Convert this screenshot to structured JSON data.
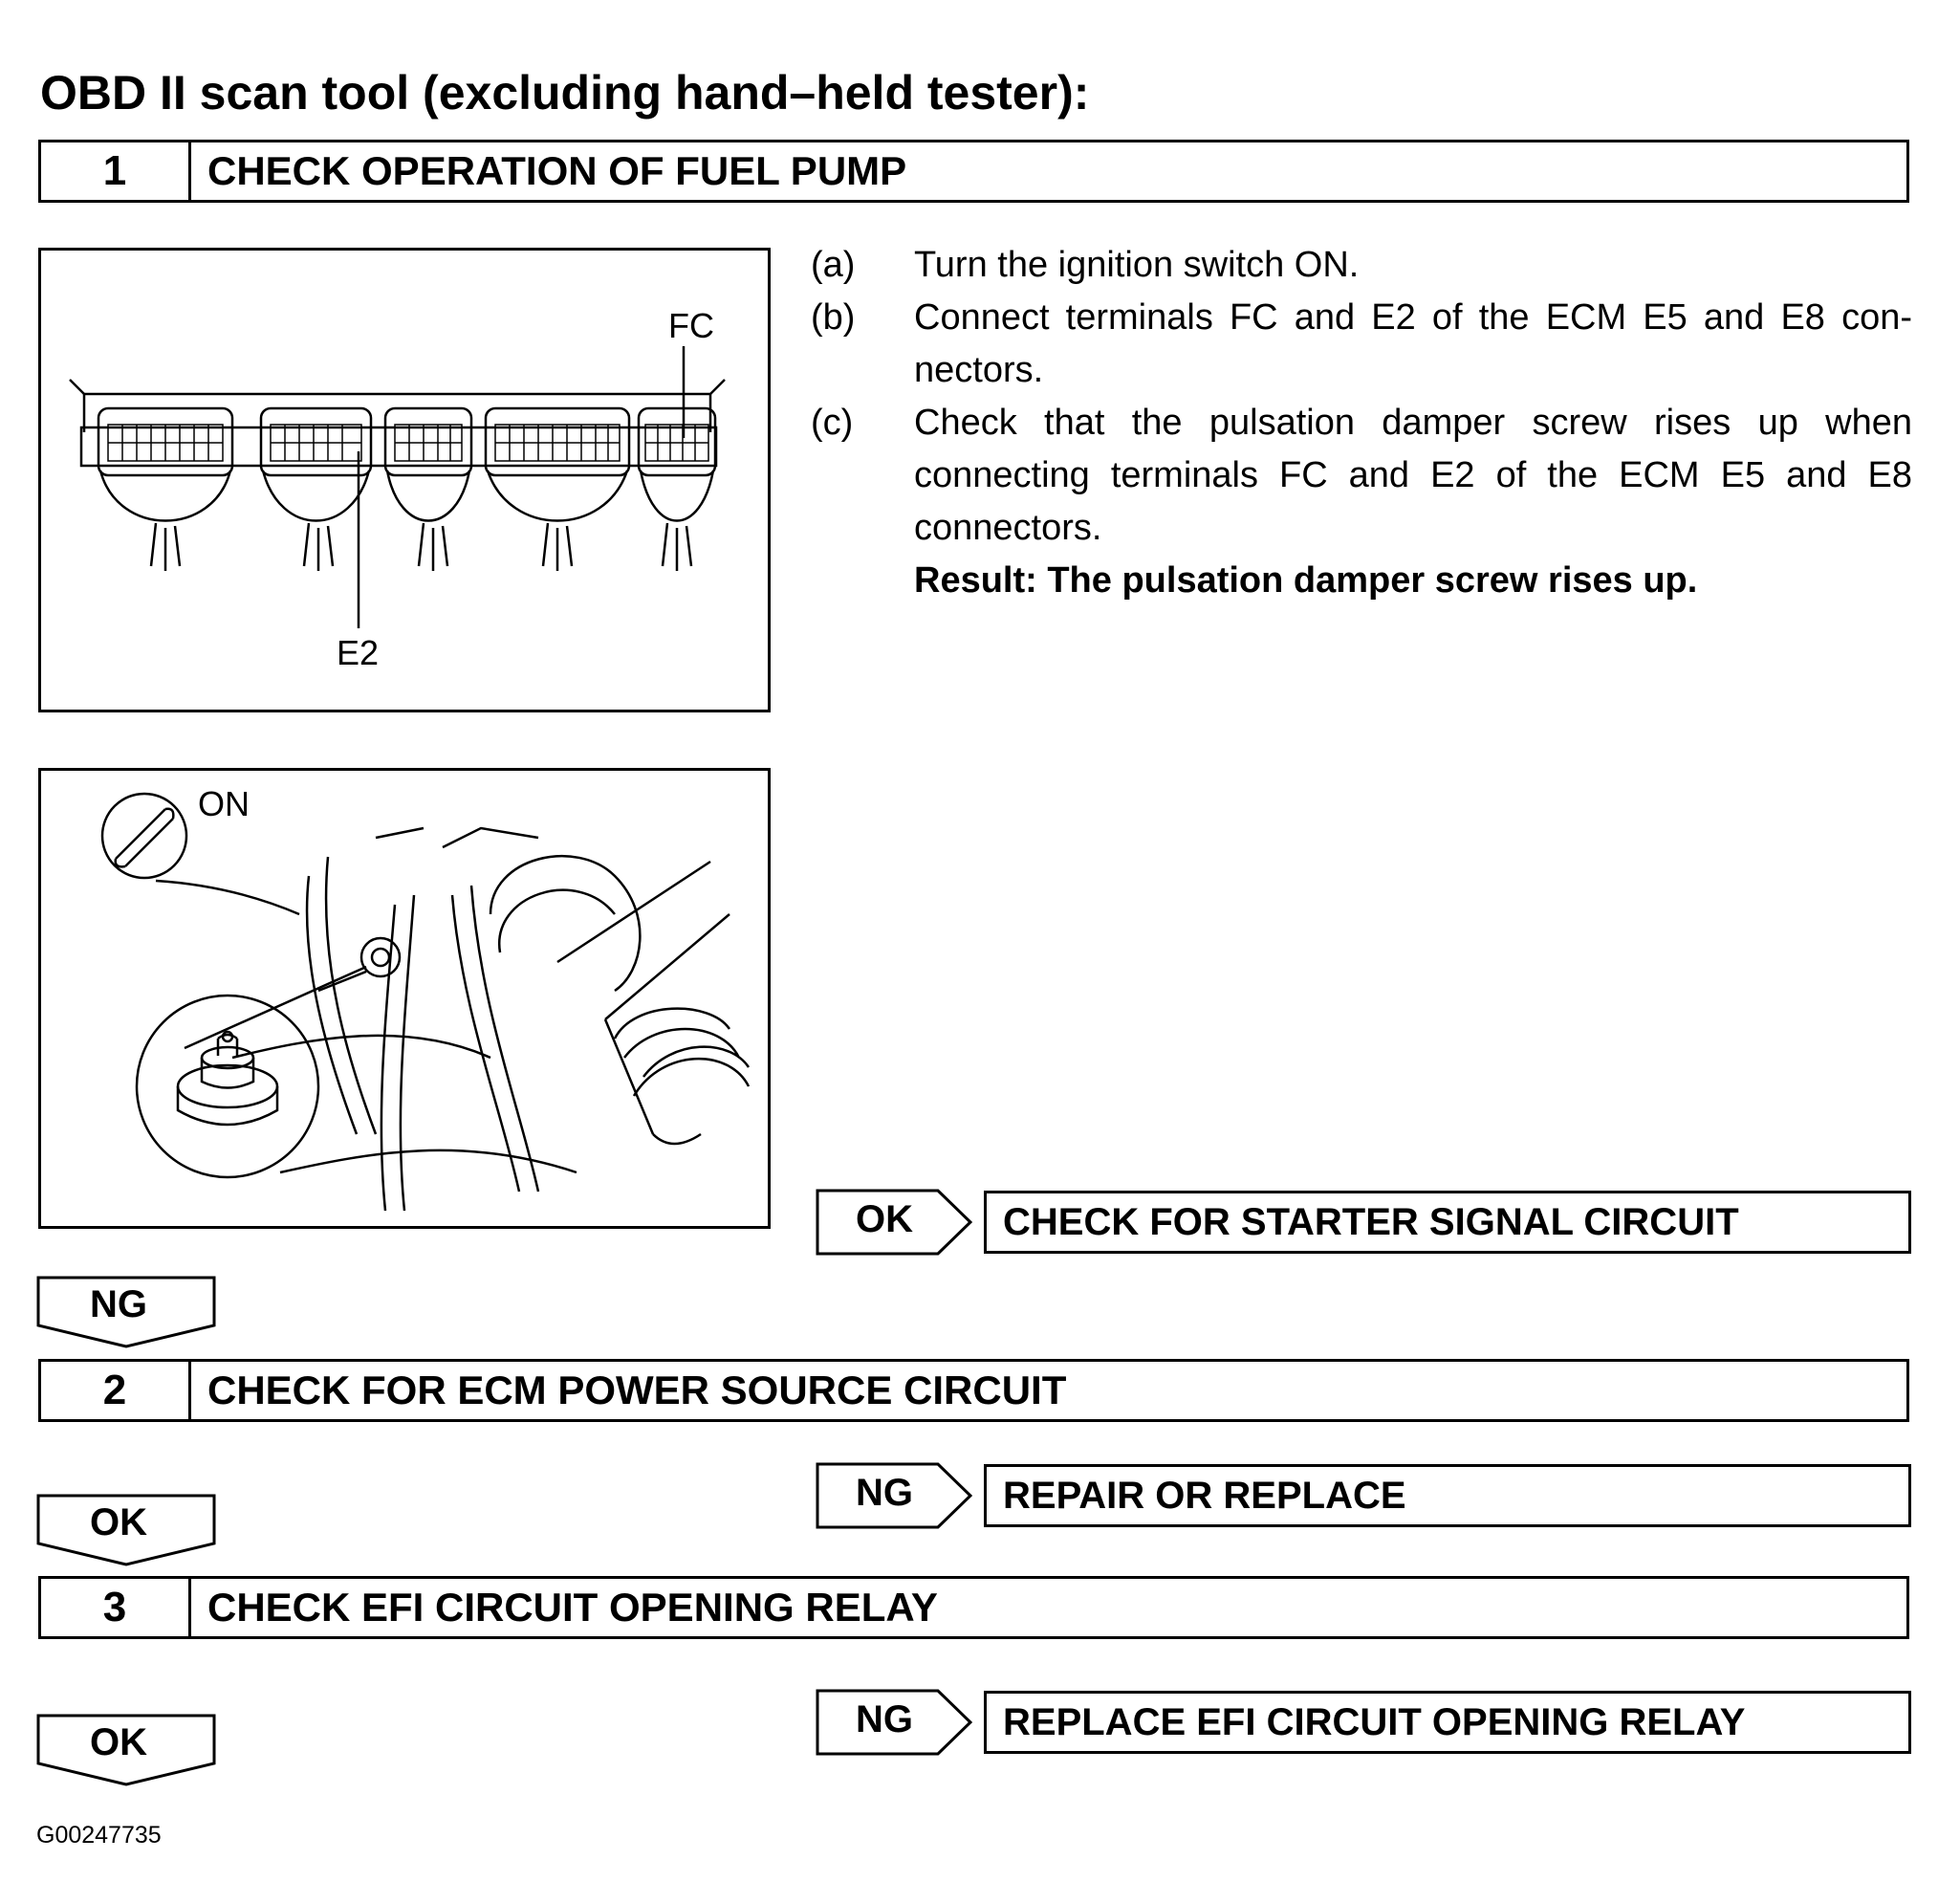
{
  "title": "OBD II scan tool (excluding hand–held tester):",
  "steps": [
    {
      "number": "1",
      "label": "CHECK OPERATION OF FUEL PUMP"
    },
    {
      "number": "2",
      "label": "CHECK FOR ECM POWER SOURCE CIRCUIT"
    },
    {
      "number": "3",
      "label": "CHECK EFI CIRCUIT OPENING RELAY"
    }
  ],
  "figure1": {
    "label_fc": "FC",
    "label_e2": "E2"
  },
  "figure2": {
    "label_on": "ON"
  },
  "instructions": [
    {
      "mark": "(a)",
      "text": "Turn the ignition switch ON."
    },
    {
      "mark": "(b)",
      "text": "Connect terminals FC and E2 of the ECM E5 and E8 con-nectors."
    },
    {
      "mark": "(c)",
      "text": "Check that the pulsation damper screw rises up when connecting terminals FC and E2 of the ECM E5 and E8 connectors."
    }
  ],
  "result": "Result: The pulsation damper screw rises up.",
  "branches": [
    {
      "tag": "OK",
      "target": "CHECK FOR STARTER SIGNAL CIRCUIT"
    },
    {
      "tag": "NG",
      "target": "REPAIR OR REPLACE"
    },
    {
      "tag": "NG",
      "target": "REPLACE EFI CIRCUIT OPENING RELAY"
    }
  ],
  "flow": [
    "NG",
    "OK",
    "OK"
  ],
  "figure_code": "G00247735"
}
